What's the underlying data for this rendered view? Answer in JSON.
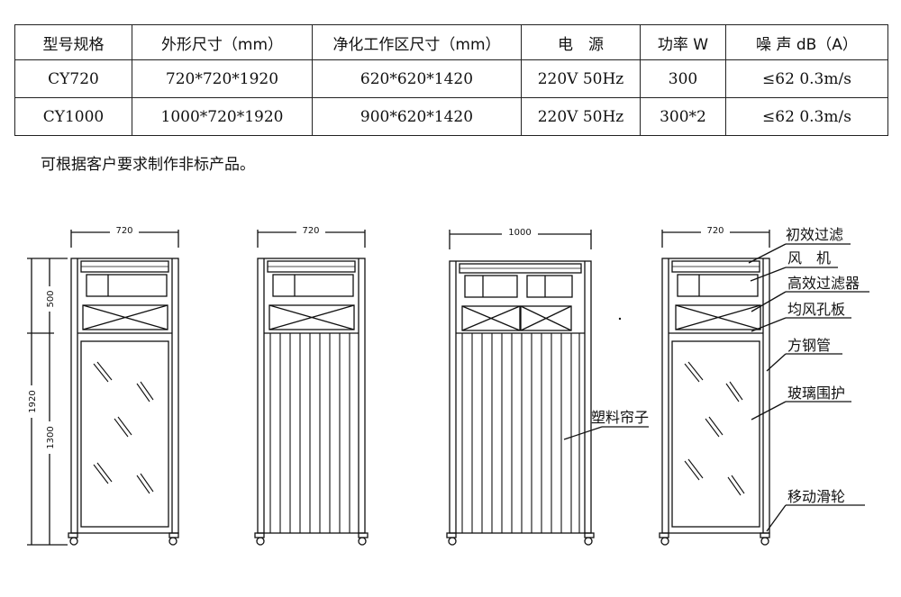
{
  "table": {
    "headers": [
      "型号规格",
      "外形尺寸（mm）",
      "净化工作区尺寸（mm）",
      "电　源",
      "功率 W",
      "噪 声 dB（A）"
    ],
    "rows": [
      [
        "CY720",
        "720*720*1920",
        "620*620*1420",
        "220V 50Hz",
        "300",
        "≤62 0.3m/s"
      ],
      [
        "CY1000",
        "1000*720*1920",
        "900*620*1420",
        "220V 50Hz",
        "300*2",
        "≤62 0.3m/s"
      ]
    ]
  },
  "note": "可根据客户要求制作非标产品。",
  "drawing": {
    "dimensions": {
      "view1_width": "720",
      "view2_width": "720",
      "view3_width": "1000",
      "view4_width": "720",
      "total_height": "1920",
      "upper_height": "500",
      "lower_height": "1300"
    },
    "callouts": {
      "primary_filter": "初效过滤",
      "fan": "风　机",
      "hepa_filter": "高效过滤器",
      "diffuser_plate": "均风孔板",
      "square_tube": "方钢管",
      "glass_guard": "玻璃围护",
      "plastic_curtain": "塑料帘子",
      "caster": "移动滑轮"
    }
  }
}
